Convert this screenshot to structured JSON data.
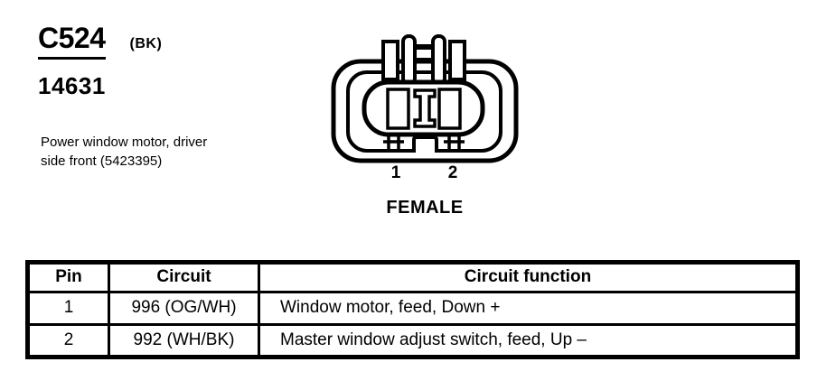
{
  "connector": {
    "id": "C524",
    "color_code": "(BK)",
    "part_number": "14631",
    "description_line1": "Power window motor, driver",
    "description_line2": "side front (5423395)",
    "gender_label": "FEMALE",
    "pin_labels": [
      "1",
      "2"
    ],
    "line_color": "#000000"
  },
  "table": {
    "headers": [
      "Pin",
      "Circuit",
      "Circuit function"
    ],
    "rows": [
      {
        "pin": "1",
        "circuit": "996 (OG/WH)",
        "function": "Window motor, feed, Down +"
      },
      {
        "pin": "2",
        "circuit": "992 (WH/BK)",
        "function": "Master window adjust switch, feed, Up –"
      }
    ]
  }
}
